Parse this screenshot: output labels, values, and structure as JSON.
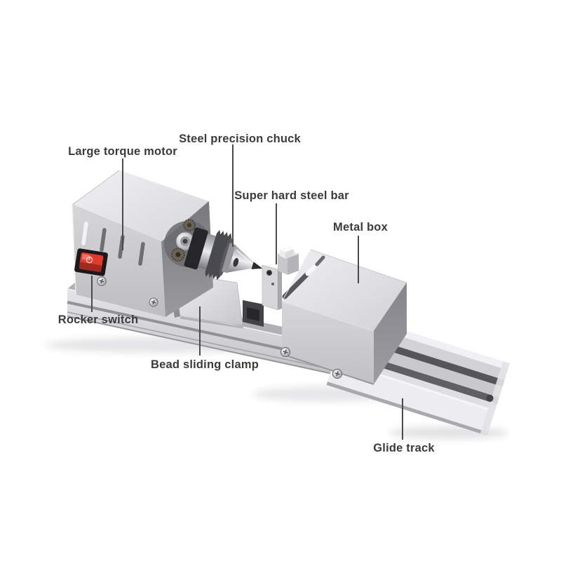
{
  "diagram": {
    "product": "mini lathe beads polisher machine",
    "background": "#ffffff"
  },
  "labels": {
    "large_torque_motor": "Large torque motor",
    "steel_precision_chuck": "Steel precision chuck",
    "super_hard_steel_bar": "Super hard steel bar",
    "metal_box": "Metal box",
    "rocker_switch": "Rocker switch",
    "bead_sliding_clamp": "Bead sliding clamp",
    "glide_track": "Glide track"
  },
  "colors": {
    "label_text": "#3b3b3b",
    "leader_line": "#4a4a4a",
    "rocker_red": "#e23a2c",
    "metal_light": "#e9e9eb",
    "metal_mid": "#c9c9cc",
    "metal_dark": "#8d8d91"
  }
}
